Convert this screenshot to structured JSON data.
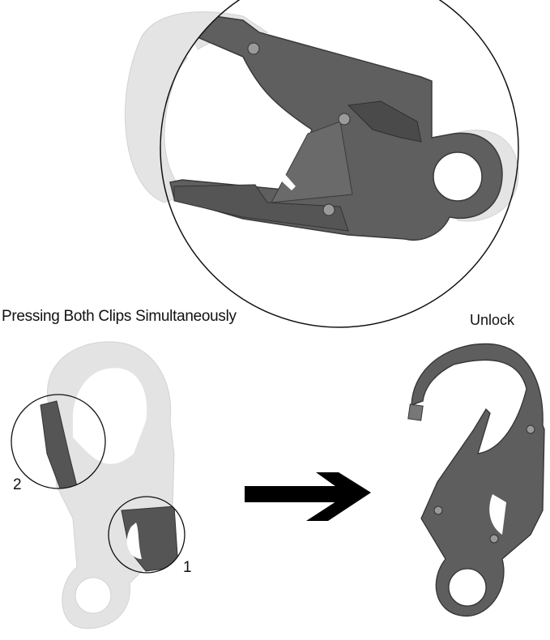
{
  "labels": {
    "pressing": "Pressing Both Clips Simultaneously",
    "unlock": "Unlock",
    "clip_1": "1",
    "clip_2": "2"
  },
  "colors": {
    "metal": "#5e5e5e",
    "metal_dark": "#3e3e3e",
    "metal_light": "#8a8a8a",
    "ghost": "#e2e2e2",
    "ghost_edge": "#d0d0d0",
    "outline": "#111111",
    "arrow": "#000000"
  }
}
